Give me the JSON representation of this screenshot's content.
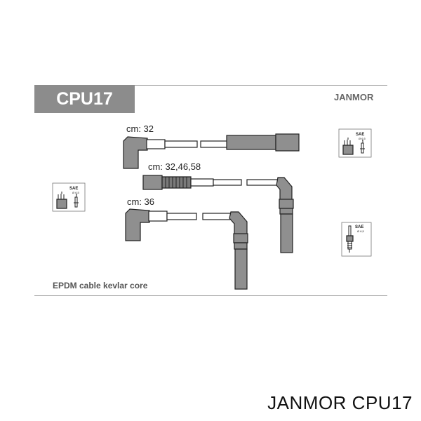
{
  "header": {
    "part_code": "CPU17",
    "brand": "JANMOR"
  },
  "wires": [
    {
      "length_label": "cm: 32"
    },
    {
      "length_label": "cm: 32,46,58"
    },
    {
      "length_label": "cm: 36"
    }
  ],
  "icons": [
    {
      "name": "distributor-cap-icon",
      "label": "SAE",
      "sub": "Ø 6,5"
    },
    {
      "name": "distributor-cap-icon",
      "label": "SAE",
      "sub": "Ø 6,5"
    },
    {
      "name": "spark-plug-icon",
      "label": "SAE",
      "sub": "Ø 6,5"
    }
  ],
  "footer_note": "EPDM cable kevlar core",
  "caption": "JANMOR CPU17"
}
